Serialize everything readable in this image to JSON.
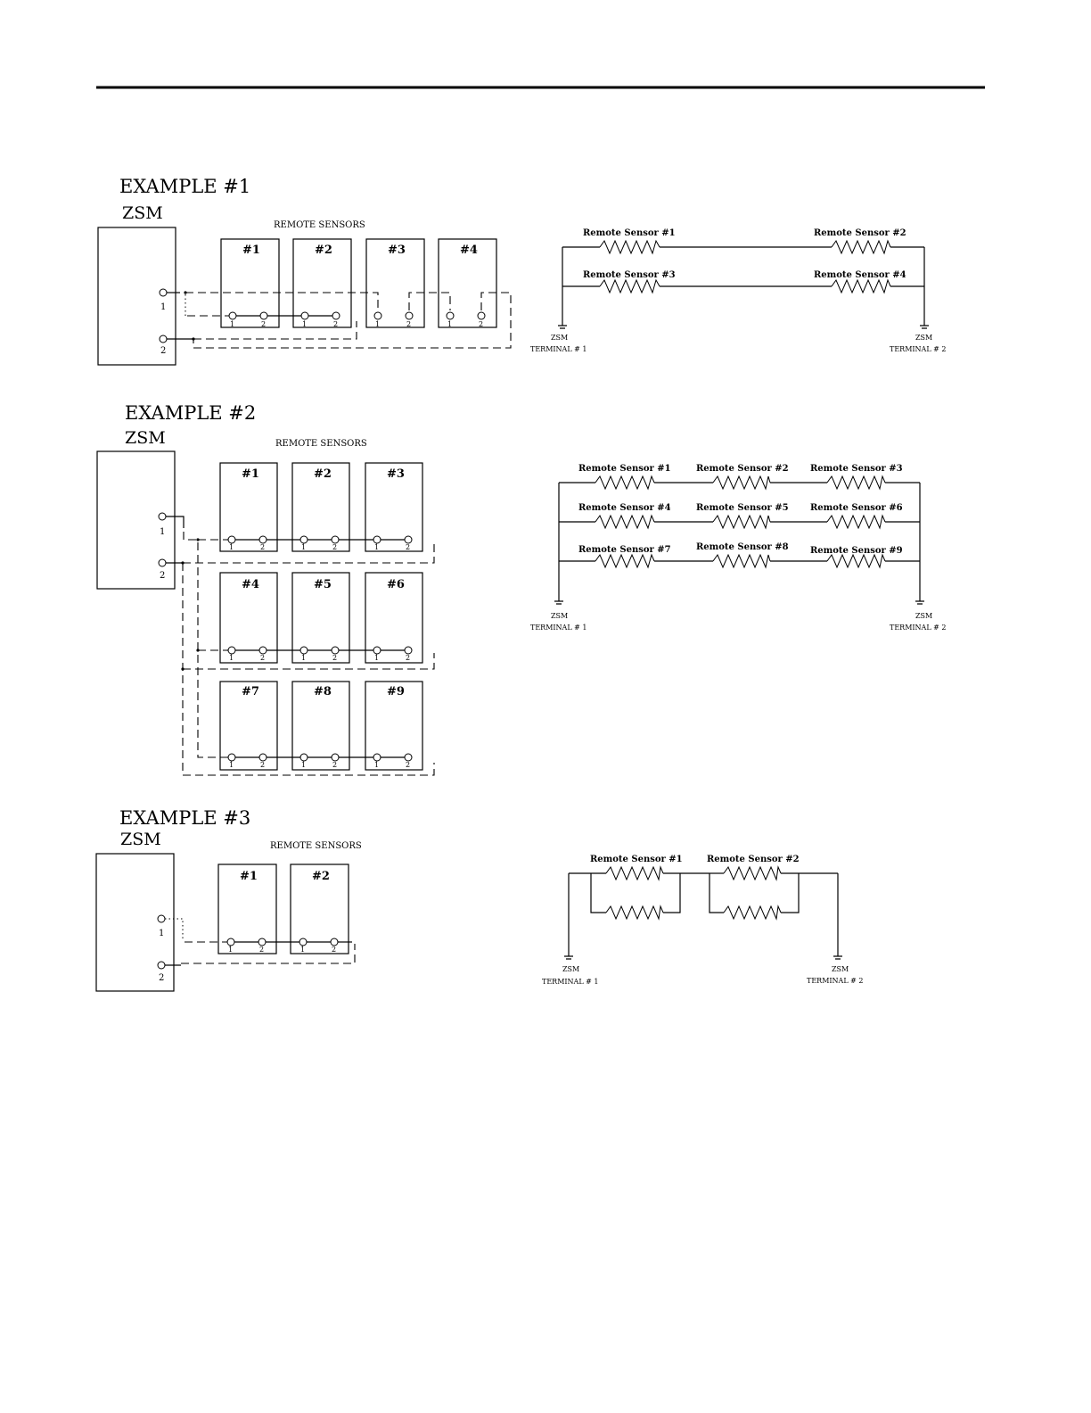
{
  "examples": [
    {
      "title": "EXAMPLE  #1",
      "zsm_label": "ZSM",
      "zsm_terminals": [
        "1",
        "2"
      ],
      "sensors_heading": "REMOTE SENSORS",
      "sensors": [
        "#1",
        "#2",
        "#3",
        "#4"
      ],
      "sensor_terminals": [
        "1",
        "2"
      ],
      "schematic": {
        "rows": [
          [
            "Remote Sensor #1",
            "Remote Sensor #2"
          ],
          [
            "Remote Sensor #3",
            "Remote Sensor #4"
          ]
        ],
        "terminal_left": {
          "label": "ZSM",
          "sub": "TERMINAL # 1"
        },
        "terminal_right": {
          "label": "ZSM",
          "sub": "TERMINAL # 2"
        }
      }
    },
    {
      "title": "EXAMPLE  #2",
      "zsm_label": "ZSM",
      "zsm_terminals": [
        "1",
        "2"
      ],
      "sensors_heading": "REMOTE SENSORS",
      "sensors": [
        "#1",
        "#2",
        "#3",
        "#4",
        "#5",
        "#6",
        "#7",
        "#8",
        "#9"
      ],
      "sensor_terminals": [
        "1",
        "2"
      ],
      "schematic": {
        "rows": [
          [
            "Remote Sensor #1",
            "Remote Sensor #2",
            "Remote Sensor #3"
          ],
          [
            "Remote Sensor #4",
            "Remote Sensor #5",
            "Remote Sensor #6"
          ],
          [
            "Remote Sensor #7",
            "Remote Sensor #8",
            "Remote Sensor #9"
          ]
        ],
        "terminal_left": {
          "label": "ZSM",
          "sub": "TERMINAL # 1"
        },
        "terminal_right": {
          "label": "ZSM",
          "sub": "TERMINAL # 2"
        }
      }
    },
    {
      "title": "EXAMPLE  #3",
      "zsm_label": "ZSM",
      "zsm_terminals": [
        "1",
        "2"
      ],
      "sensors_heading": "REMOTE SENSORS",
      "sensors": [
        "#1",
        "#2"
      ],
      "sensor_terminals": [
        "1",
        "2"
      ],
      "schematic": {
        "rows": [
          [
            "Remote Sensor #1",
            "Remote Sensor #2"
          ]
        ],
        "terminal_left": {
          "label": "ZSM",
          "sub": "TERMINAL # 1"
        },
        "terminal_right": {
          "label": "ZSM",
          "sub": "TERMINAL # 2"
        }
      }
    }
  ]
}
